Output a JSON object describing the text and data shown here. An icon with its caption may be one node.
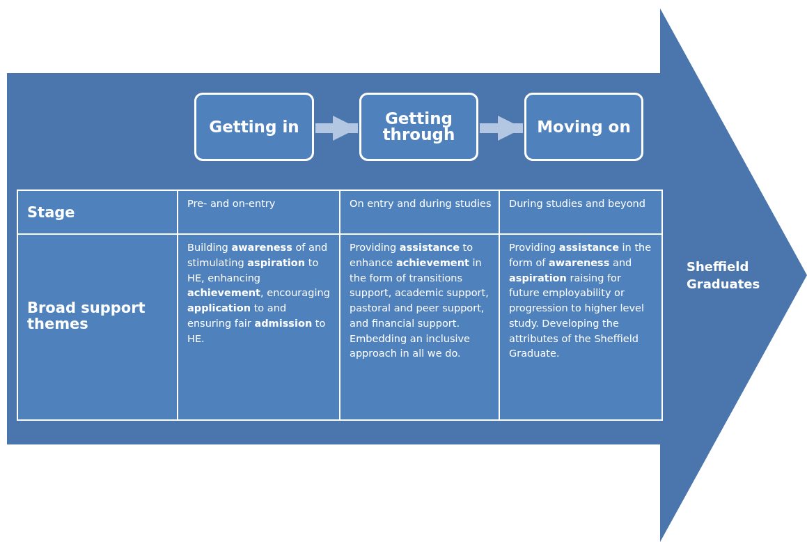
{
  "diagram": {
    "nodes": [
      {
        "text": [
          "Sheffield Graduates"
        ]
      },
      {
        "text": [
          "Getting in"
        ],
        "in": 0
      },
      {
        "text": [
          "Getting through"
        ],
        "in": 0
      },
      {
        "text": [
          "Moving on"
        ],
        "in": 0
      }
    ],
    "edges": [
      {
        "from": 1,
        "to": 2,
        "arrow": "to"
      },
      {
        "from": 2,
        "to": 3,
        "arrow": "to"
      }
    ],
    "labels": [
      "Stage",
      "Pre- and on-entry",
      "On entry and during studies",
      "During studies and beyond",
      "Broad support themes",
      "Building **awareness** of and stimulating **aspiration** to HE, enhancing **achievement**, encouraging **application** to and ensuring fair **admission** to HE.",
      "Providing **assistance** to enhance **achievement** in the form of transitions support, academic support, pastoral and peer support, and financial support. Embedding an inclusive approach in all we do.",
      "Providing **assistance** in the form of **awareness** and **aspiration** raising for future employability or progression to higher level study. Developing the attributes of the Sheffield Graduate."
    ]
  }
}
